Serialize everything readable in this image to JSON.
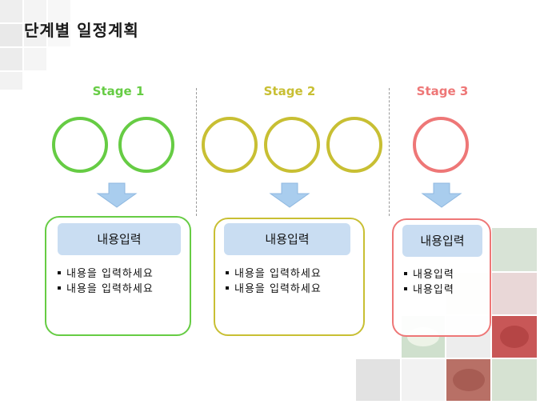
{
  "title": "단계별 일정계획",
  "colors": {
    "stage1": "#66cc44",
    "stage2": "#c8bf33",
    "stage3": "#ee7777",
    "arrow": "#a9cdee",
    "header": "#c9ddf2"
  },
  "stages": [
    {
      "label": "Stage 1",
      "circle_count": 2,
      "box_header": "내용입력",
      "bullets": [
        "내용을 입력하세요",
        "내용을 입력하세요"
      ]
    },
    {
      "label": "Stage 2",
      "circle_count": 3,
      "box_header": "내용입력",
      "bullets": [
        "내용을 입력하세요",
        "내용을 입력하세요"
      ]
    },
    {
      "label": "Stage 3",
      "circle_count": 1,
      "box_header": "내용입력",
      "bullets": [
        "내용입력",
        "내용입력"
      ]
    }
  ]
}
